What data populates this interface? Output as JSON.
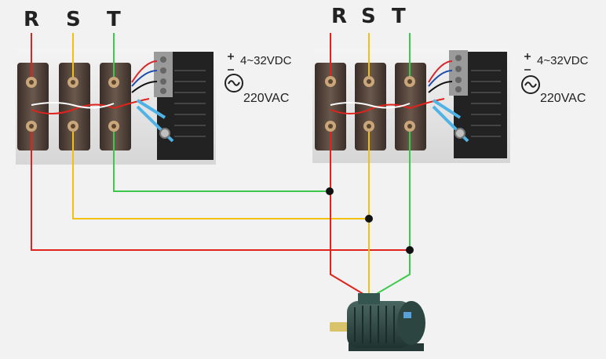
{
  "phases": [
    "R",
    "S",
    "T"
  ],
  "control_voltage": "4~32VDC",
  "supply_voltage": "220VAC",
  "colors": {
    "R": "#e0231c",
    "S": "#f2c10f",
    "T": "#3cc94b",
    "dc_pos": "#d8262a",
    "dc_neg": "#1f4ea8",
    "ac": "#1a1a1a",
    "module": "#5e4c42",
    "motor": "#2f4a44",
    "background": "#f2f2f2"
  },
  "icons": {
    "plus": "plus-sign-icon",
    "minus": "minus-sign-icon",
    "ac": "ac-wave-icon",
    "motor": "three-phase-motor-icon",
    "relay": "solid-state-relay-icon"
  }
}
